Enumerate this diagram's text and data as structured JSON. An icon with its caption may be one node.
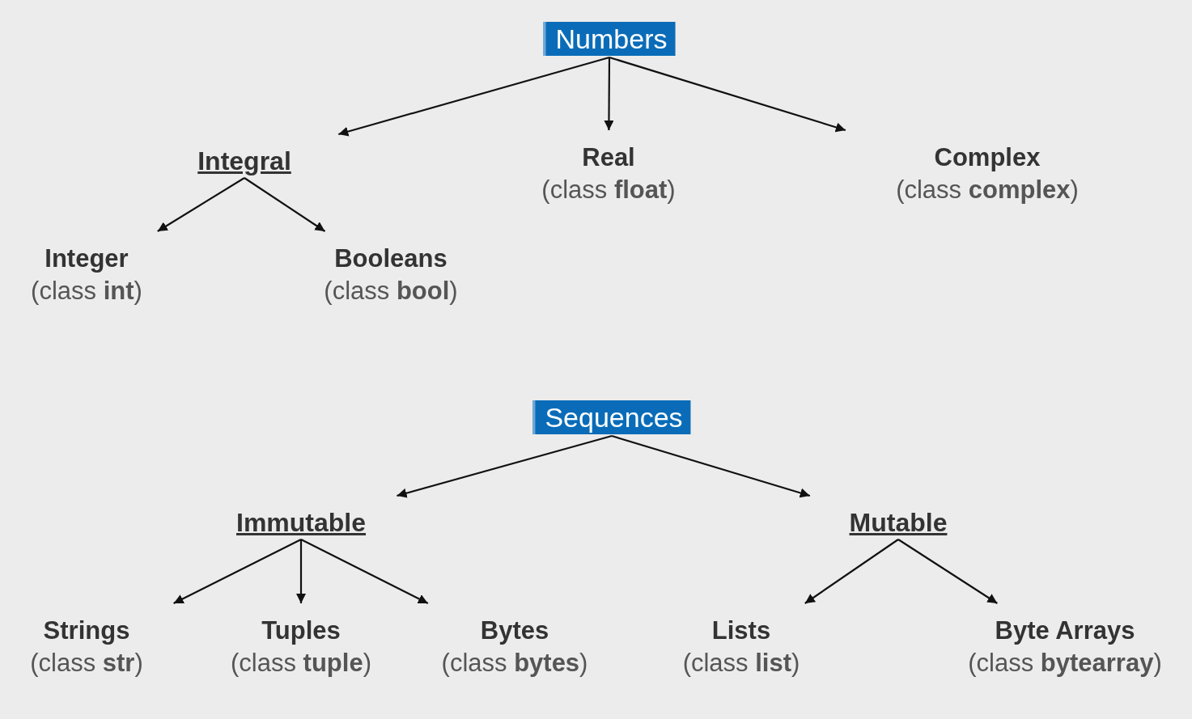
{
  "diagram": {
    "nodes": [
      {
        "text": [
          "Numbers"
        ]
      },
      {
        "text": [
          "Integral"
        ]
      },
      {
        "text": [
          "Real",
          "(class **float**)"
        ]
      },
      {
        "text": [
          "Complex",
          "(class **complex**)"
        ]
      },
      {
        "text": [
          "Integer",
          "(class **int**)"
        ]
      },
      {
        "text": [
          "Booleans",
          "(class **bool**)"
        ]
      },
      {
        "text": [
          "Sequences"
        ]
      },
      {
        "text": [
          "Immutable"
        ]
      },
      {
        "text": [
          "Mutable"
        ]
      },
      {
        "text": [
          "Strings",
          "(class **str**)"
        ]
      },
      {
        "text": [
          "Tuples",
          "(class **tuple**)"
        ]
      },
      {
        "text": [
          "Bytes",
          "(class **bytes**)"
        ]
      },
      {
        "text": [
          "Lists",
          "(class **list**)"
        ]
      },
      {
        "text": [
          "Byte Arrays",
          "(class **bytearray**)"
        ]
      }
    ],
    "edges": [
      {
        "from": 0,
        "to": 1,
        "arrow": "to"
      },
      {
        "from": 0,
        "to": 2,
        "arrow": "to"
      },
      {
        "from": 0,
        "to": 3,
        "arrow": "to"
      },
      {
        "from": 1,
        "to": 4,
        "arrow": "to"
      },
      {
        "from": 1,
        "to": 5,
        "arrow": "to"
      },
      {
        "from": 6,
        "to": 7,
        "arrow": "to"
      },
      {
        "from": 6,
        "to": 8,
        "arrow": "to"
      },
      {
        "from": 7,
        "to": 9,
        "arrow": "to"
      },
      {
        "from": 7,
        "to": 10,
        "arrow": "to"
      },
      {
        "from": 7,
        "to": 11,
        "arrow": "to"
      },
      {
        "from": 8,
        "to": 12,
        "arrow": "to"
      },
      {
        "from": 8,
        "to": 13,
        "arrow": "to"
      }
    ]
  }
}
